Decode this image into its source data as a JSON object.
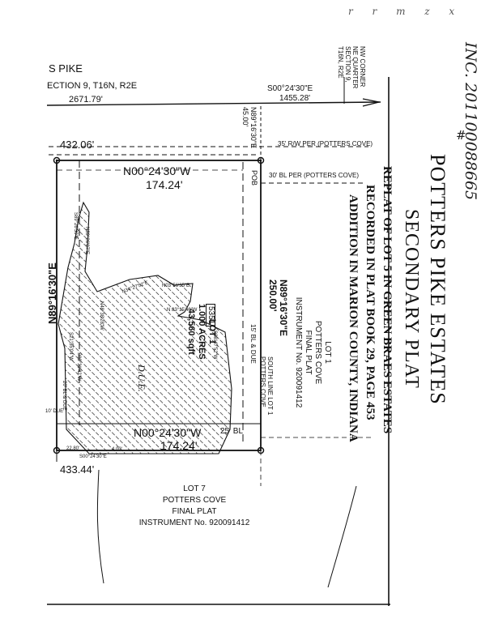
{
  "colors": {
    "ink": "#111111",
    "paper": "#ffffff"
  },
  "header": {
    "road_fragment": "S PIKE",
    "section_fragment": "ECTION 9, T16N, R2E",
    "top_distance_left": "2671.79'",
    "top_bearing": "S00°24'30\"E",
    "top_distance_right": "1455.28'",
    "corner_label_lines": [
      "NW CORNER",
      "NE QUARTER",
      "SECTION 9,",
      "T16N, R2E"
    ]
  },
  "handwritten": {
    "instrument": "INC. 201100088665",
    "hash": "#",
    "marks": "r r m z x"
  },
  "title": {
    "line1": "POTTERS PIKE ESTATES",
    "line2": "SECONDARY PLAT",
    "sub1": "REPLAT OF LOT 5 IN GREEN BRAES ESTATES",
    "sub2": "RECORDED IN PLAT BOOK 29, PAGE 453",
    "sub3": "ADDITION IN MARION COUNTY, INDIANA"
  },
  "plat": {
    "top_left_distance": "432.06'",
    "top_right_line": "N89°16'30\"E",
    "top_right_dist": "45.00'",
    "row_35": "35' R/W PER (POTTERS COVE)",
    "row_30": "30' BL PER (POTTERS COVE)",
    "pob": "POB",
    "north_bearing": "N00°24'30\"W",
    "north_distance": "174.24'",
    "west_bearing": "N89°16'30\"E",
    "east_bearing": "N89°16'30\"E",
    "east_distance": "250.00'",
    "lot_number_box": "5351",
    "lot_label": "LOT 1",
    "acres": "1.000 ACRES",
    "sqft": "43,560 sqft",
    "due": "D.U.E.",
    "bl15": "15' BL & DUE",
    "south_line_1": "SOUTH LINE LOT 1",
    "south_line_2": "POTTERS COVE",
    "south_bearing": "N00°24'30\"W",
    "south_distance": "174.24'",
    "bl25": "25' BL",
    "bottom_left_distance": "433.44'",
    "bottom_small_1": "S00°24'30\"E",
    "bottom_small_2": "22.80'",
    "bottom_small_3": "4.00'",
    "lot1_potters_lines": [
      "LOT 1",
      "POTTERS COVE",
      "FINAL PLAT",
      "INSTRUMENT No. 920091412"
    ],
    "lot7_lines": [
      "LOT 7",
      "POTTERS COVE",
      "FINAL PLAT",
      "INSTRUMENT No. 920091412"
    ],
    "small_bearings": [
      "S89°26'30\"E",
      "N89°26'07\"E",
      "N34°27'52\"E",
      "N03°56'35\"E",
      "S28°47'52\"W",
      "N48°38'28\"W",
      "S21°55'04\"W",
      "20' BL & DUE",
      "10' DUE",
      "S00°31'42\"W",
      "N 83°15'46\"W"
    ]
  }
}
